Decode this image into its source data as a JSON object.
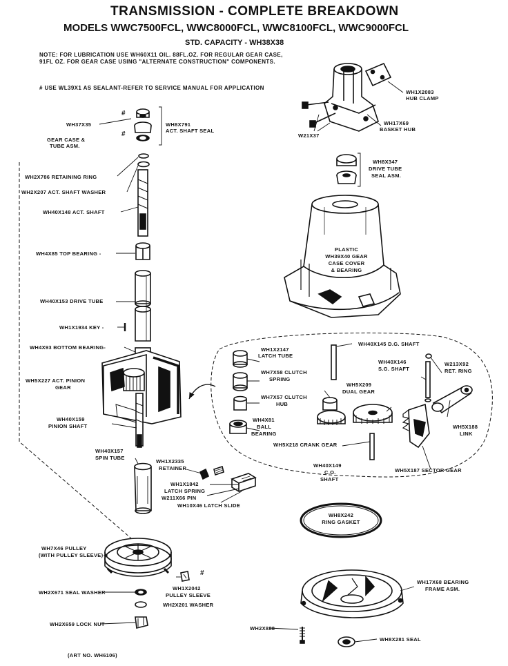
{
  "header": {
    "title": "TRANSMISSION - COMPLETE BREAKDOWN",
    "models": "MODELS WWC7500FCL, WWC8000FCL, WWC8100FCL, WWC9000FCL",
    "capacity": "STD. CAPACITY - WH38X38"
  },
  "notes": {
    "lubrication_line1": "NOTE: FOR LUBRICATION USE WH60X11 OIL. 88FL.OZ. FOR REGULAR GEAR CASE,",
    "lubrication_line2": "91FL OZ. FOR GEAR CASE USING \"ALTERNATE CONSTRUCTION\" COMPONENTS.",
    "sealant": "# USE WL39X1 AS SEALANT-REFER TO SERVICE MANUAL FOR APPLICATION",
    "hash_1": "#",
    "hash_2": "#",
    "hash_3": "#"
  },
  "labels": {
    "wh1x2083": "WH1X2083",
    "hub_clamp": "HUB CLAMP",
    "wh17x69": "WH17X69",
    "basket_hub": "BASKET HUB",
    "w21x37": "W21X37",
    "wh37x35": "WH37X35",
    "wh8x791": "WH8X791",
    "act_shaft_seal": "ACT. SHAFT SEAL",
    "gear_case_1": "GEAR CASE &",
    "gear_case_2": "TUBE ASM.",
    "wh8x347": "WH8X347",
    "drive_tube": "DRIVE TUBE",
    "seal_asm": "SEAL ASM.",
    "retaining_ring": "WH2X786 RETAINING RING",
    "act_shaft_washer": "WH2X207 ACT. SHAFT WASHER",
    "act_shaft": "WH40X148 ACT. SHAFT",
    "plastic": "PLASTIC",
    "gear_case_cover_1": "WH39X40 GEAR",
    "gear_case_cover_2": "CASE COVER",
    "gear_case_cover_3": "& BEARING",
    "top_bearing": "WH4X85 TOP BEARING -",
    "drive_tube_part": "WH40X153 DRIVE TUBE",
    "key": "WH1X1934 KEY -",
    "bottom_bearing": "WH4X93 BOTTOM BEARING-",
    "act_pinion_1": "WH5X227 ACT. PINION",
    "act_pinion_2": "GEAR",
    "pinion_shaft_1": "WH40X159",
    "pinion_shaft_2": "PINION SHAFT",
    "spin_tube_1": "WH40X157",
    "spin_tube_2": "SPIN TUBE",
    "latch_tube_1": "WH1X2147",
    "latch_tube_2": "LATCH TUBE",
    "dg_shaft": "WH40X145 D.G. SHAFT",
    "clutch_spring_1": "WH7X58 CLUTCH",
    "clutch_spring_2": "SPRING",
    "sg_shaft_1": "WH40X146",
    "sg_shaft_2": "S.G. SHAFT",
    "ret_ring_1": "W213X92",
    "ret_ring_2": "RET. RING",
    "clutch_hub_1": "WH7X57 CLUTCH",
    "clutch_hub_2": "HUB",
    "dual_gear_1": "WH5X209",
    "dual_gear_2": "DUAL GEAR",
    "ball_bearing_1": "WH4X81",
    "ball_bearing_2": "BALL",
    "ball_bearing_3": "BEARING",
    "link_1": "WH5X188",
    "link_2": "LINK",
    "crank_gear": "WH5X218 CRANK GEAR",
    "co_shaft_1": "WH40X149",
    "co_shaft_2": "C.O.",
    "co_shaft_3": "SHAFT",
    "sector_gear": "WH5X187 SECTOR GEAR",
    "retainer_1": "WH1X2335",
    "retainer_2": "RETAINER",
    "latch_spring_1": "WH1X1842",
    "latch_spring_2": "LATCH SPRING",
    "pin": "W211X66 PIN",
    "latch_slide": "WH10X46 LATCH SLIDE",
    "ring_gasket_1": "WH8X242",
    "ring_gasket_2": "RING GASKET",
    "pulley_1": "WH7X46 PULLEY",
    "pulley_2": "(WITH PULLEY SLEEVE)",
    "bearing_frame_1": "WH17X68 BEARING",
    "bearing_frame_2": "FRAME ASM.",
    "seal_washer": "WH2X671 SEAL WASHER",
    "pulley_sleeve_1": "WH1X2042",
    "pulley_sleeve_2": "PULLEY SLEEVE",
    "washer_201": "WH2X201 WASHER",
    "lock_nut": "WH2X659 LOCK NUT",
    "wh2x888": "WH2X888",
    "seal_281": "WH8X281 SEAL",
    "art_no": "(ART NO. WH6106)"
  }
}
